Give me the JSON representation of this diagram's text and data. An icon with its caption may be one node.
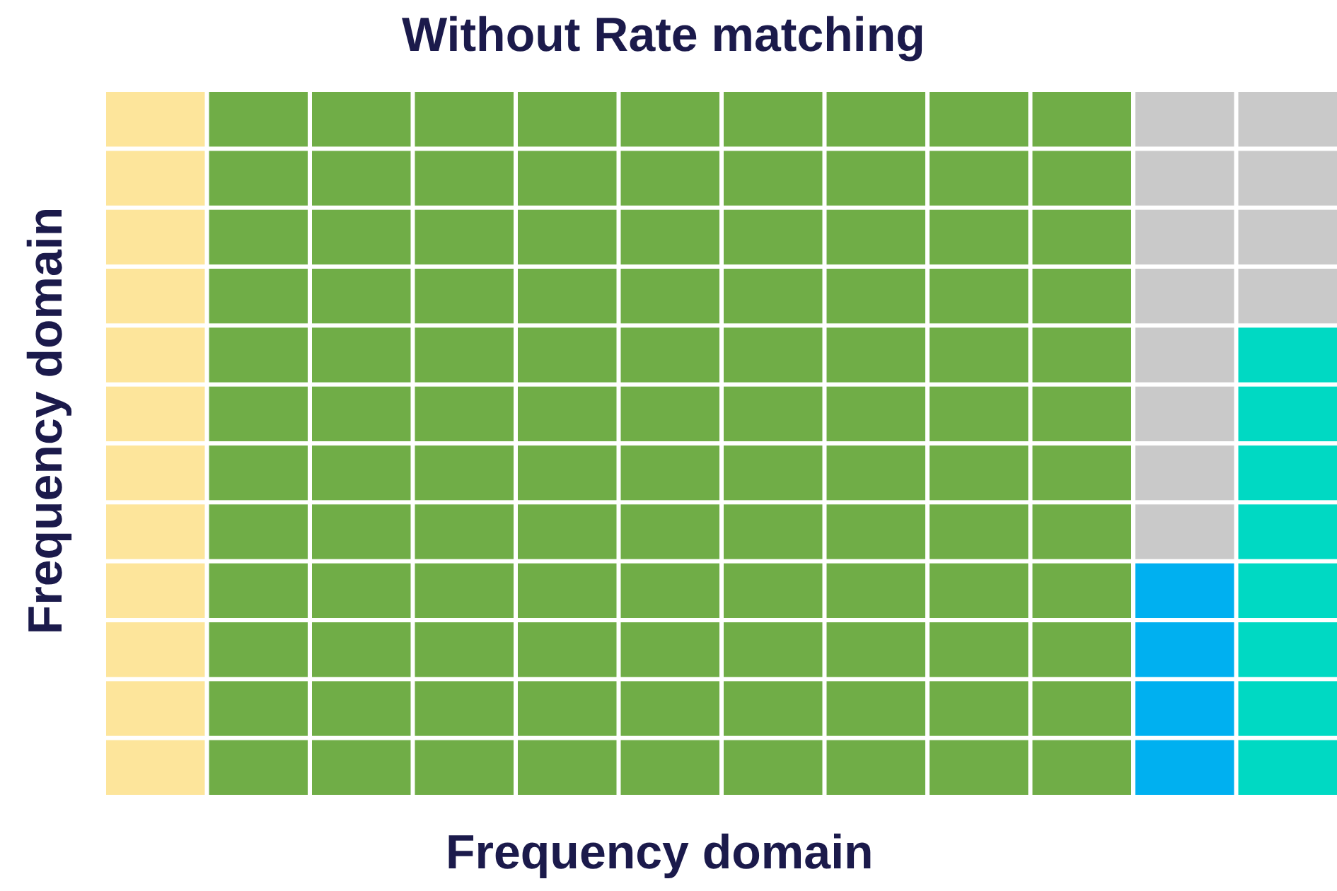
{
  "diagram": {
    "title": "Without Rate matching",
    "labels": [
      "Frequency domain",
      "Frequency domain"
    ]
  }
}
